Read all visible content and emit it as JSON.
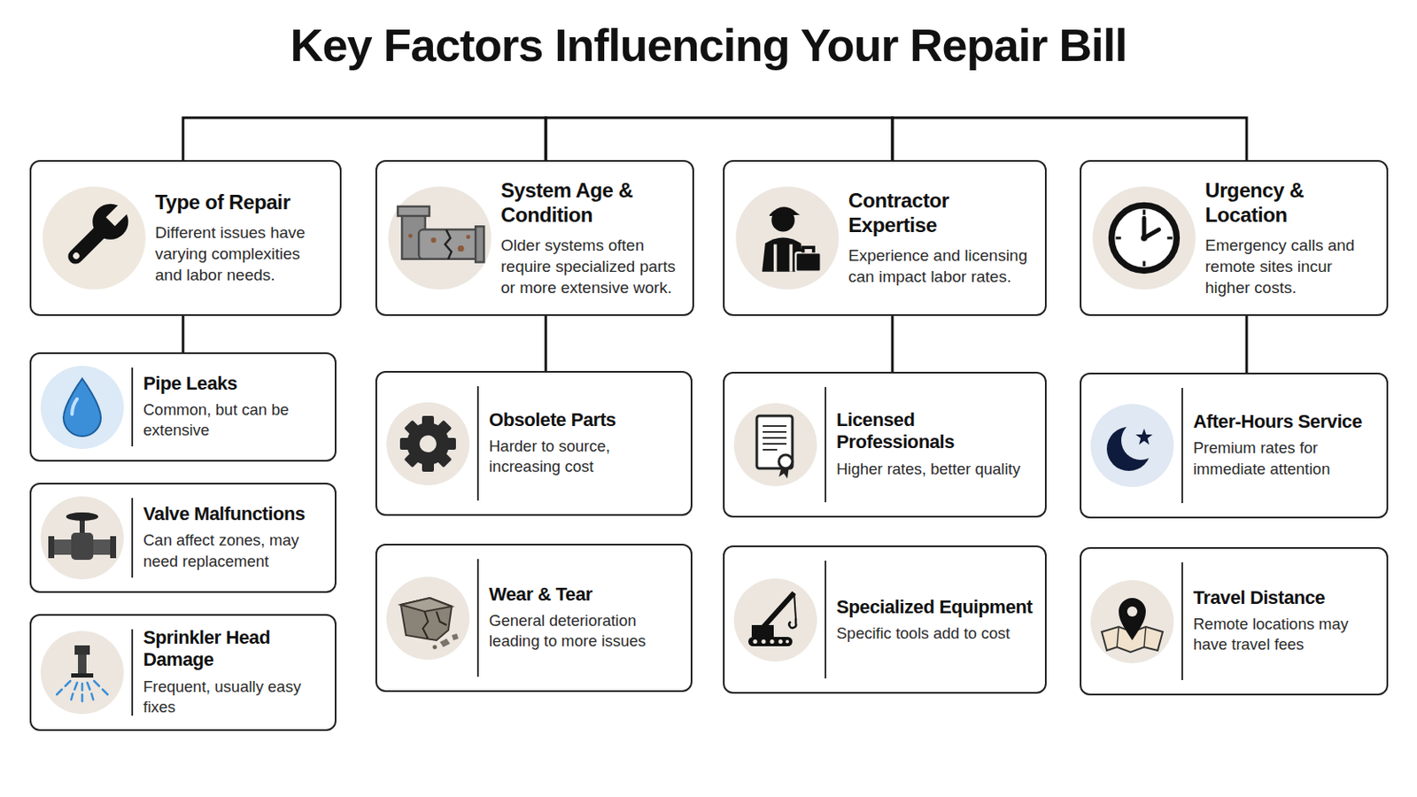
{
  "diagram": {
    "title": "Key Factors Influencing Your Repair Bill",
    "nodes": [
      {
        "text": [
          "Type of Repair",
          "Different issues have varying complexities and labor needs."
        ]
      },
      {
        "text": [
          "System Age & Condition",
          "Older systems often require specialized parts or more extensive work."
        ]
      },
      {
        "text": [
          "Contractor Expertise",
          "Experience and licensing can impact labor rates."
        ]
      },
      {
        "text": [
          "Urgency & Location",
          "Emergency calls and remote sites incur higher costs."
        ]
      },
      {
        "text": [
          "Pipe Leaks",
          "Common, but can be extensive"
        ]
      },
      {
        "text": [
          "Valve Malfunctions",
          "Can affect zones, may need replacement"
        ]
      },
      {
        "text": [
          "Sprinkler Head Damage",
          "Frequent, usually easy fixes"
        ]
      },
      {
        "text": [
          "Obsolete Parts",
          "Harder to source, increasing cost"
        ]
      },
      {
        "text": [
          "Wear & Tear",
          "General deterioration leading to more issues"
        ]
      },
      {
        "text": [
          "Licensed Professionals",
          "Higher rates, better quality"
        ]
      },
      {
        "text": [
          "Specialized Equipment",
          "Specific tools add to cost"
        ]
      },
      {
        "text": [
          "After-Hours Service",
          "Premium rates for immediate attention"
        ]
      },
      {
        "text": [
          "Travel Distance",
          "Remote locations may have travel fees"
        ]
      }
    ],
    "edges": [
      {
        "from": 0,
        "to": 1,
        "arrow": "none"
      },
      {
        "from": 1,
        "to": 2,
        "arrow": "none"
      },
      {
        "from": 2,
        "to": 3,
        "arrow": "none"
      },
      {
        "from": 0,
        "to": 4,
        "arrow": "none"
      },
      {
        "from": 1,
        "to": 7,
        "arrow": "none"
      },
      {
        "from": 2,
        "to": 9,
        "arrow": "none"
      },
      {
        "from": 3,
        "to": 11,
        "arrow": "none"
      }
    ]
  }
}
